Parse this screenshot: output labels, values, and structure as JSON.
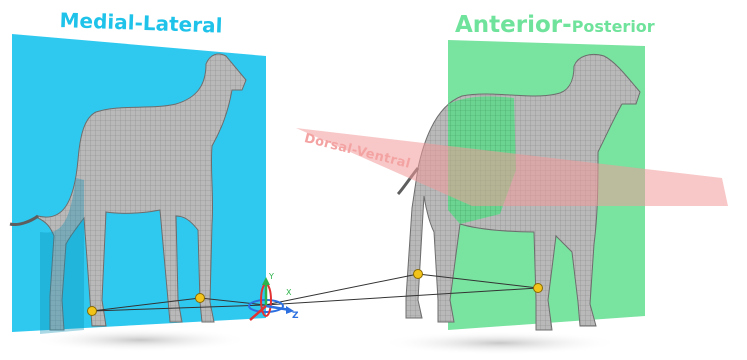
{
  "planes": {
    "medial_lateral": {
      "label": "Medial-Lateral",
      "color": "#12c2ee"
    },
    "anterior_posterior": {
      "label_main": "Anterior-",
      "label_rest": "Posterior",
      "color": "#45d87c"
    },
    "dorsal_ventral": {
      "label": "Dorsal-Ventral",
      "color": "#f29a9a"
    }
  },
  "axes": {
    "x": "X",
    "y": "Y",
    "z": "Z",
    "colors": {
      "x": "#e23232",
      "y": "#2db34a",
      "z": "#2b6fe0"
    }
  },
  "markers": {
    "color": "#f2c318"
  },
  "subjects": [
    "left-dog",
    "right-dog"
  ]
}
